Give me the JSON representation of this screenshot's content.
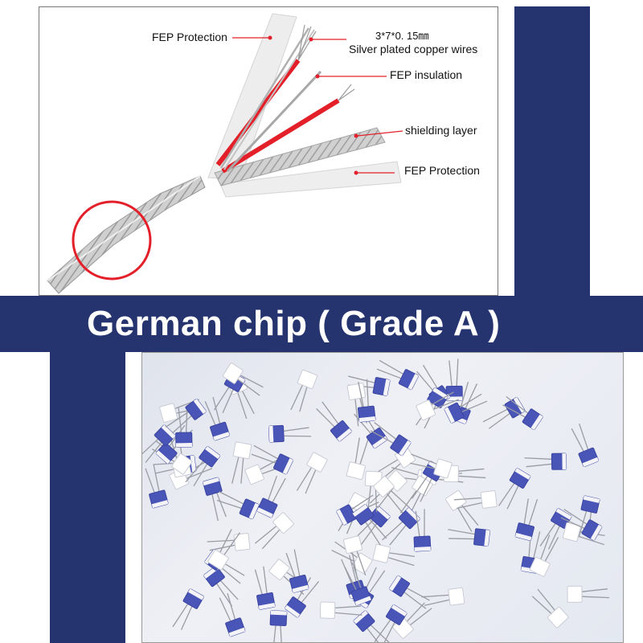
{
  "banner": {
    "title": "German chip ( Grade A )"
  },
  "cable_diagram": {
    "labels": {
      "fep_protection_top": "FEP Protection",
      "spec": "3*7*0. 15㎜",
      "silver_wires": "Silver plated copper wires",
      "fep_insulation": "FEP insulation",
      "shielding": "shielding layer",
      "fep_protection_bottom": "FEP Protection"
    },
    "accent_color": "#e3202a"
  },
  "colors": {
    "navy": "#25336f",
    "chip_blue": "#4a55b8"
  }
}
